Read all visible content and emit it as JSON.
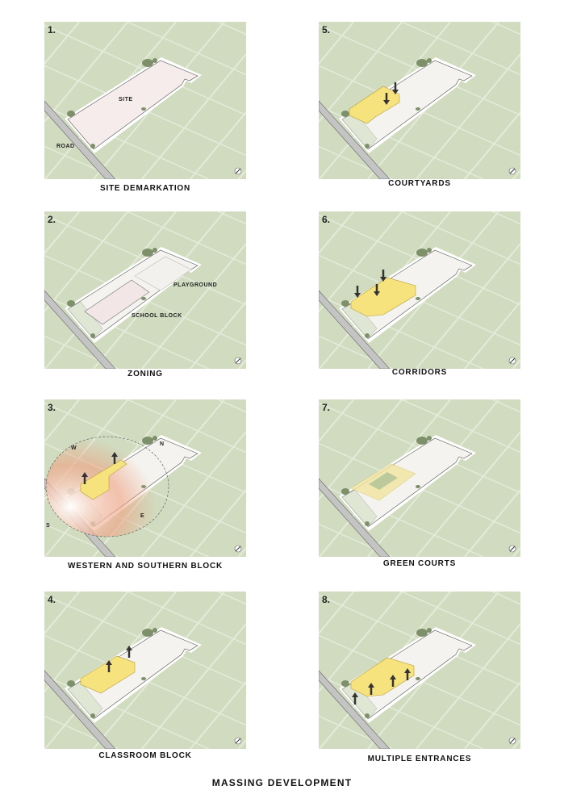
{
  "title": "MASSING DEVELOPMENT",
  "colors": {
    "ground": "#d0dbbf",
    "grid": "#e4ebda",
    "site": "#f6ecec",
    "road": "#c4c4c4",
    "block": "#f7e37e",
    "tree": "#7d9069"
  },
  "panels": [
    {
      "num": "1.",
      "caption": "SITE DEMARKATION",
      "labels": {
        "site": "SITE",
        "road": "ROAD"
      }
    },
    {
      "num": "2.",
      "caption": "ZONING",
      "labels": {
        "playground": "PLAYGROUND",
        "school": "SCHOOL BLOCK"
      }
    },
    {
      "num": "3.",
      "caption": "WESTERN AND SOUTHERN BLOCK",
      "labels": {
        "w": "W",
        "n": "N",
        "e": "E",
        "s": "S"
      }
    },
    {
      "num": "4.",
      "caption": "CLASSROOM BLOCK"
    },
    {
      "num": "5.",
      "caption": "COURTYARDS"
    },
    {
      "num": "6.",
      "caption": "CORRIDORS"
    },
    {
      "num": "7.",
      "caption": "GREEN COURTS"
    },
    {
      "num": "8.",
      "caption": "MULTIPLE ENTRANCES"
    }
  ]
}
